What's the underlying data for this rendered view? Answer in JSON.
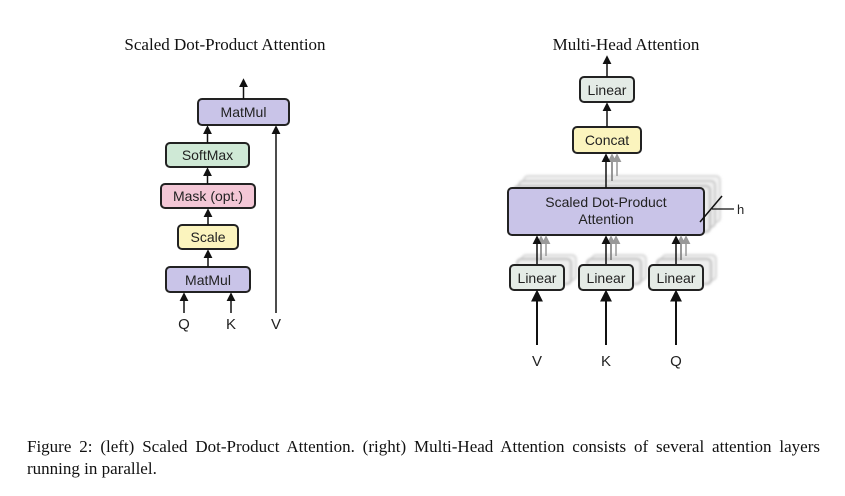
{
  "left_panel": {
    "title": "Scaled Dot-Product Attention",
    "blocks": {
      "matmul_top": "MatMul",
      "softmax": "SoftMax",
      "mask": "Mask (opt.)",
      "scale": "Scale",
      "matmul_bottom": "MatMul"
    },
    "inputs": {
      "q": "Q",
      "k": "K",
      "v": "V"
    }
  },
  "right_panel": {
    "title": "Multi-Head Attention",
    "blocks": {
      "linear_top": "Linear",
      "concat": "Concat",
      "attention_line1": "Scaled Dot-Product",
      "attention_line2": "Attention",
      "linear_v": "Linear",
      "linear_k": "Linear",
      "linear_q": "Linear"
    },
    "heads_label": "h",
    "inputs": {
      "v": "V",
      "k": "K",
      "q": "Q"
    }
  },
  "caption": "Figure 2: (left) Scaled Dot-Product Attention. (right) Multi-Head Attention consists of several attention layers running in parallel.",
  "colors": {
    "matmul": "#c9c4e8",
    "softmax": "#cfe9d6",
    "mask": "#f3c7d6",
    "scale": "#fbf4be",
    "linear": "#e4ebe6",
    "concat": "#fbf4be",
    "attention": "#c9c4e8",
    "stroke": "#222222"
  }
}
